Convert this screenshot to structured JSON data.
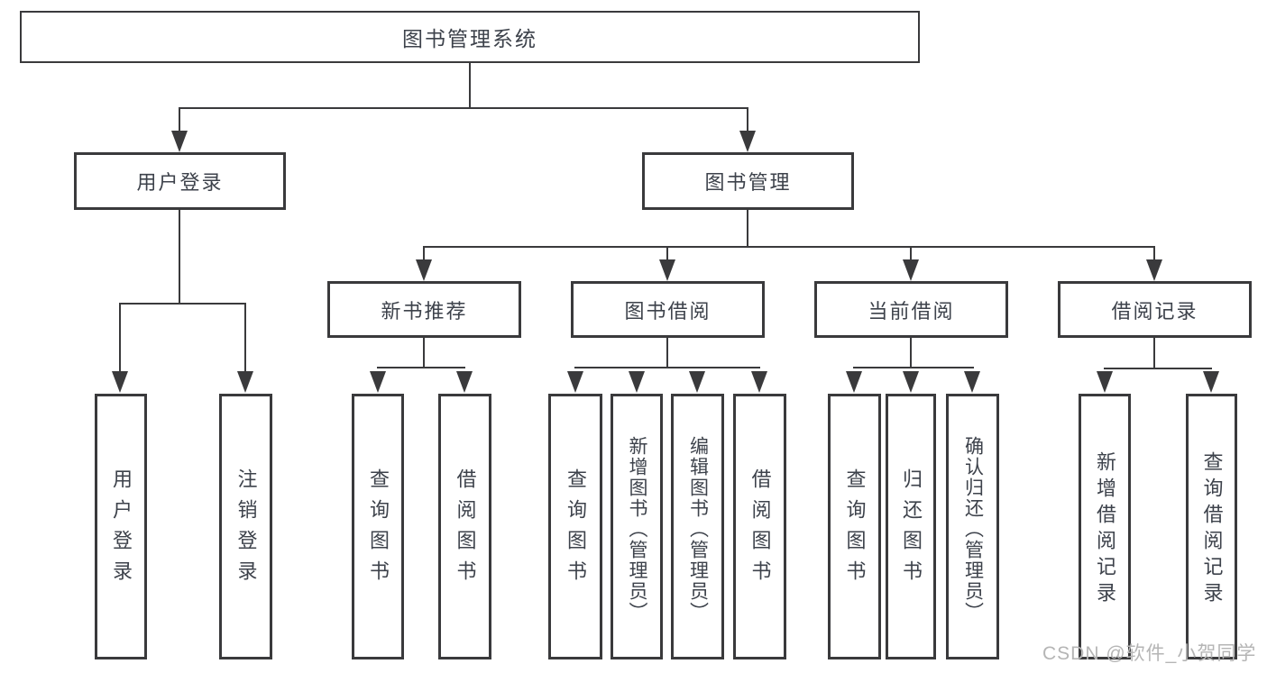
{
  "tree": {
    "root": "图书管理系统",
    "branches": [
      {
        "label": "用户登录",
        "children": [
          "用户登录",
          "注销登录"
        ]
      },
      {
        "label": "图书管理",
        "children": [
          {
            "label": "新书推荐",
            "children": [
              "查询图书",
              "借阅图书"
            ]
          },
          {
            "label": "图书借阅",
            "children": [
              "查询图书",
              "新增图书（管理员）",
              "编辑图书（管理员）",
              "借阅图书"
            ]
          },
          {
            "label": "当前借阅",
            "children": [
              "查询图书",
              "归还图书",
              "确认归还（管理员）"
            ]
          },
          {
            "label": "借阅记录",
            "children": [
              "新增借阅记录",
              "查询借阅记录"
            ]
          }
        ]
      }
    ]
  },
  "watermark": {
    "text": "CSDN @软件_小贺同学"
  },
  "colors": {
    "line": "#3a3a3c",
    "text": "#3d424b",
    "watermark": "#b5b5b5",
    "background": "#ffffff"
  }
}
